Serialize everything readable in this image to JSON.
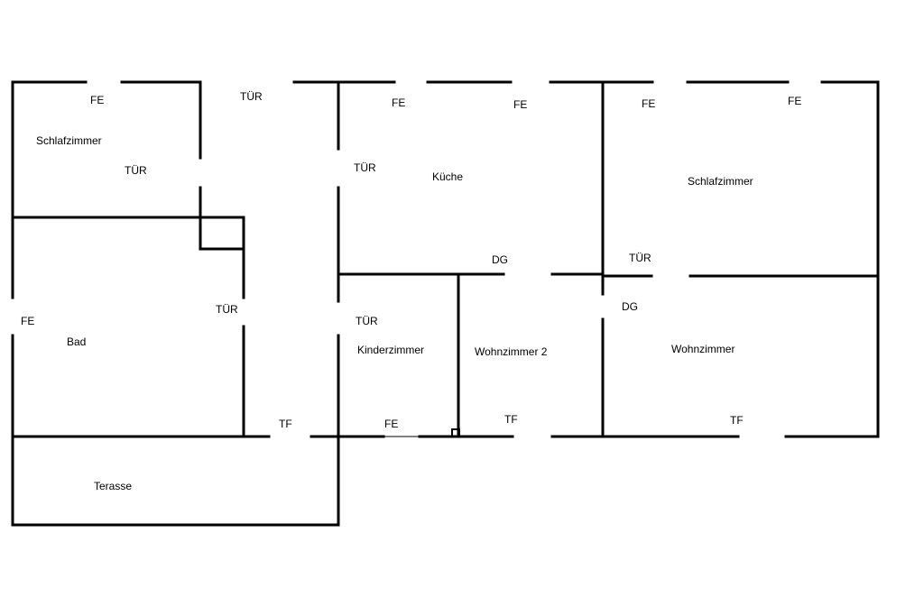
{
  "colors": {
    "background": "#ffffff",
    "lines": "#000000"
  },
  "rooms": {
    "bedroom_left": "Schlafzimmer",
    "kitchen": "Küche",
    "bedroom_right": "Schlafzimmer",
    "bath": "Bad",
    "children_room": "Kinderzimmer",
    "living_room_2": "Wohnzimmer 2",
    "living_room": "Wohnzimmer",
    "terrace": "Terasse"
  },
  "openings": {
    "window": "FE",
    "door": "TÜR",
    "terrace_door": "TF",
    "passage": "DG"
  }
}
